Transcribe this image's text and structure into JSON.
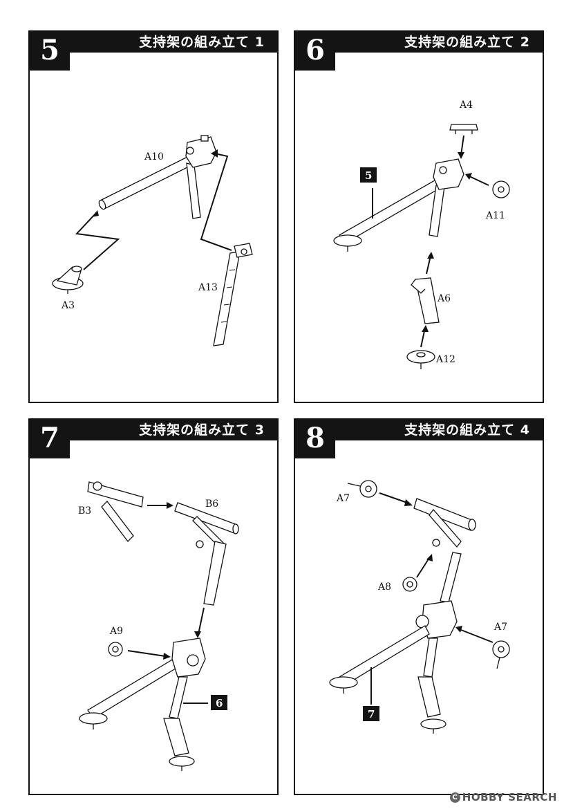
{
  "panels": [
    {
      "step": "5",
      "title": "支持架の組み立て 1",
      "labels": {
        "a10": "A10",
        "a3": "A3",
        "a13": "A13"
      }
    },
    {
      "step": "6",
      "title": "支持架の組み立て 2",
      "labels": {
        "a4": "A4",
        "a11": "A11",
        "a6": "A6",
        "a12": "A12"
      },
      "ref": "5"
    },
    {
      "step": "7",
      "title": "支持架の組み立て 3",
      "labels": {
        "b3": "B3",
        "b6": "B6",
        "a9": "A9"
      },
      "ref": "6"
    },
    {
      "step": "8",
      "title": "支持架の組み立て 4",
      "labels": {
        "a7_top": "A7",
        "a8": "A8",
        "a7_right": "A7"
      },
      "ref": "7"
    }
  ],
  "watermark": {
    "symbol": "C",
    "text": "HOBBY SEARCH"
  }
}
